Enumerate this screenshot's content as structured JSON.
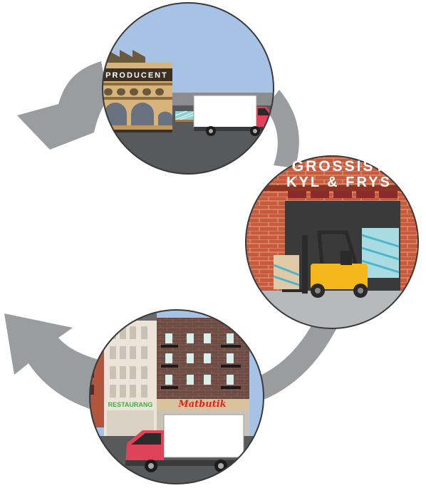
{
  "producer": {
    "sign": "PRODUCENT"
  },
  "wholesaler": {
    "sign_line1": "GROSSIST",
    "sign_line2": "KYL & FRYS"
  },
  "retail": {
    "restaurant_sign": "RESTAURANG",
    "shop_sign": "Matbutik"
  },
  "colors": {
    "arrow": "#9b9c9e",
    "sky": "#a6c3e6",
    "ground": "#58595b",
    "brick": "#c95a3c",
    "truck_cab": "#e0425a",
    "forklift": "#f5b81c",
    "restaurant_text": "#3fae49",
    "shop_text": "#e2231a"
  }
}
